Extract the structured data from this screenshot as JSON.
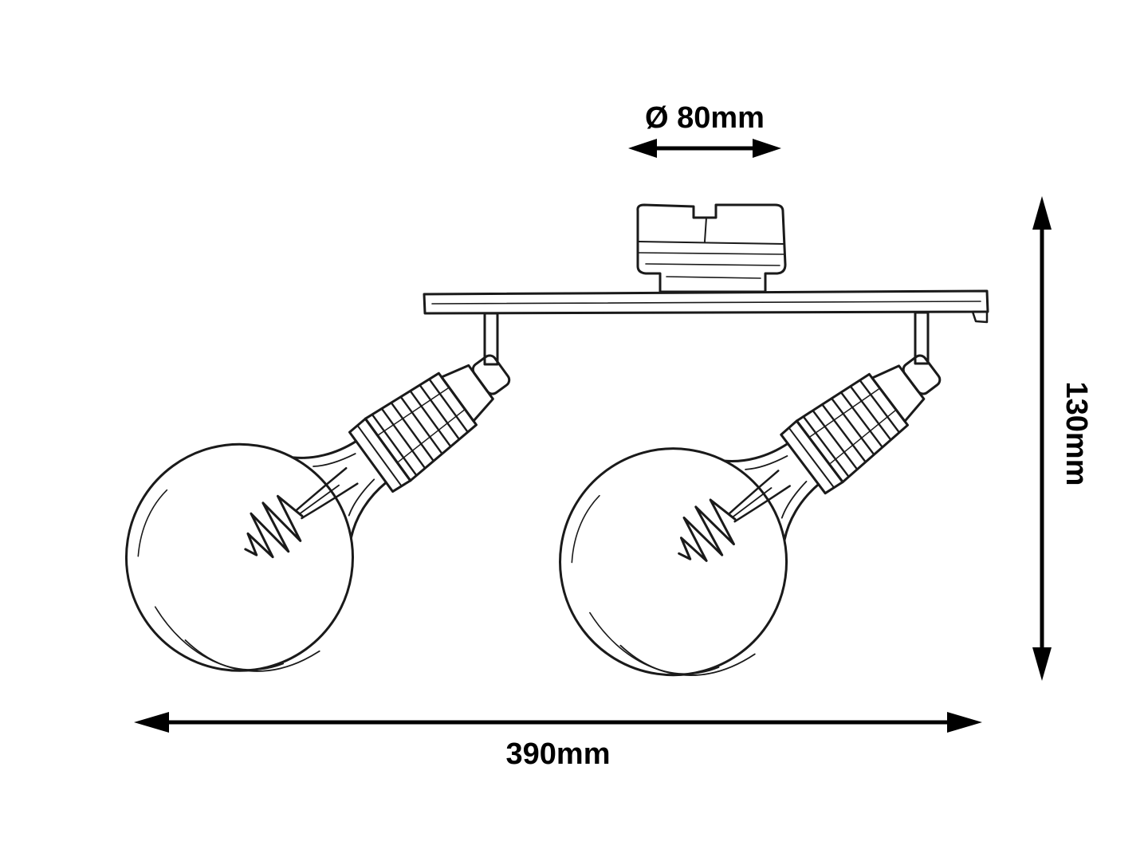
{
  "page": {
    "background": "#ffffff",
    "line_color": "#1a1a1a",
    "dimension_color": "#000000"
  },
  "diagram": {
    "dimension_labels": {
      "diameter": "Ø 80mm",
      "height": "130mm",
      "width": "390mm"
    }
  }
}
